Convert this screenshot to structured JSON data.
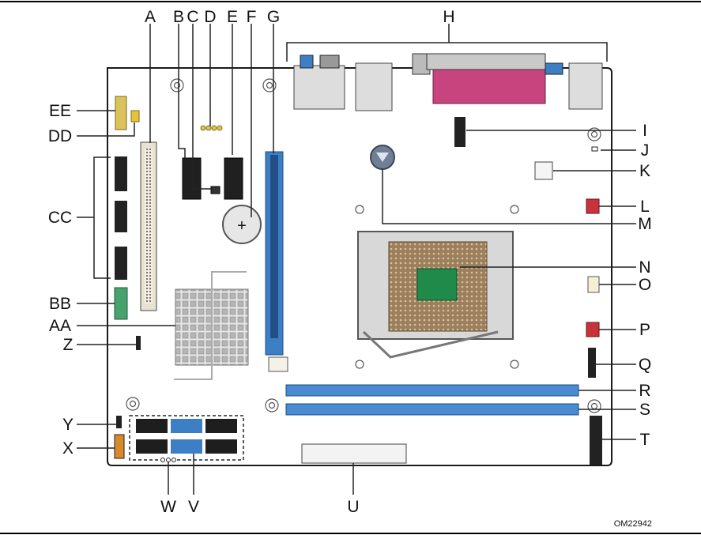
{
  "figure": {
    "figure_id": "OM22942",
    "callouts": [
      "A",
      "B",
      "C",
      "D",
      "E",
      "F",
      "G",
      "H",
      "I",
      "J",
      "K",
      "L",
      "M",
      "N",
      "O",
      "P",
      "Q",
      "R",
      "S",
      "T",
      "U",
      "V",
      "W",
      "X",
      "Y",
      "Z",
      "AA",
      "BB",
      "CC",
      "DD",
      "EE"
    ]
  },
  "colors": {
    "board_outline": "#1a1a1a",
    "pcie_slot": "#3d7fc4",
    "dimm_slot": "#4a8ad0",
    "pci_slot": "#e8e2d2",
    "parallel_port": "#c8447e",
    "header_green": "#47a36d",
    "fan_header_red": "#c8323a",
    "heatsink": "#bfbfbf",
    "socket_brown": "#8b6f4e",
    "cpu_die": "#1f8a4a"
  }
}
